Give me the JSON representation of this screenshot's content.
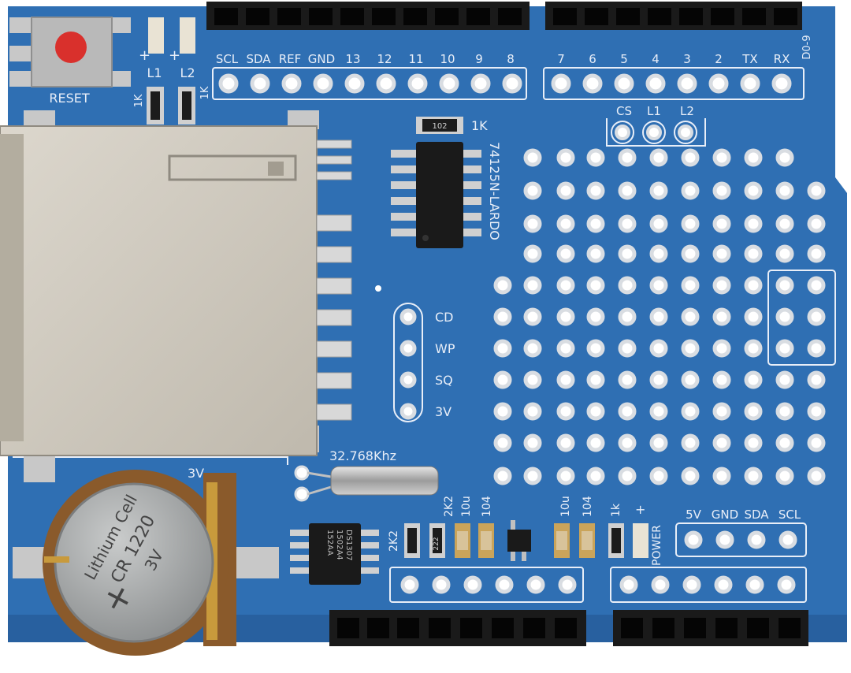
{
  "colors": {
    "board": "#2f6fb3",
    "board_dark": "#1f5596",
    "silk": "#e8eef8",
    "header": "#1a1a1a",
    "pad_ring": "#d9dde2",
    "sd_metal": "#cfcac0",
    "coin_cell": "#a8aaaa",
    "holder": "#8a5a2b",
    "reset_cap": "#d9302c",
    "gold": "#c89a3c"
  },
  "board": {
    "reset_label": "RESET",
    "top_pin_labels": [
      "SCL",
      "SDA",
      "REF",
      "GND",
      "13",
      "12",
      "11",
      "10",
      "9",
      "8"
    ],
    "top_right_pin_labels": [
      "7",
      "6",
      "5",
      "4",
      "3",
      "2",
      "TX",
      "RX"
    ],
    "header_edge_text": "D0-9",
    "led_labels": [
      "L1",
      "L2"
    ],
    "plus_sign": "+",
    "res_1k_labels": [
      "1K",
      "1K",
      "1K"
    ],
    "res_code_102": "102",
    "chip_top_label": "74125N-LARDO",
    "jumper_labels": [
      "CS",
      "L1",
      "L2"
    ],
    "side_pin_labels": [
      "CD",
      "WP",
      "SQ",
      "3V"
    ],
    "crystal_label": "32.768Khz",
    "rtc_chip_label": "DS1307",
    "rtc_code_a": "1502A4",
    "rtc_code_b": "152AA",
    "batt_voltage_label": "3V",
    "coin_line1": "Lithium Cell",
    "coin_line2": "CR 1220",
    "coin_line3": "3V",
    "coin_plus": "+",
    "i2c_labels": [
      "5V",
      "GND",
      "SDA",
      "SCL"
    ],
    "small_parts": [
      "2K2",
      "2K2",
      "10u",
      "104",
      "10u",
      "104",
      "1k"
    ],
    "power_label": "POWER",
    "res_code_222": "222"
  }
}
